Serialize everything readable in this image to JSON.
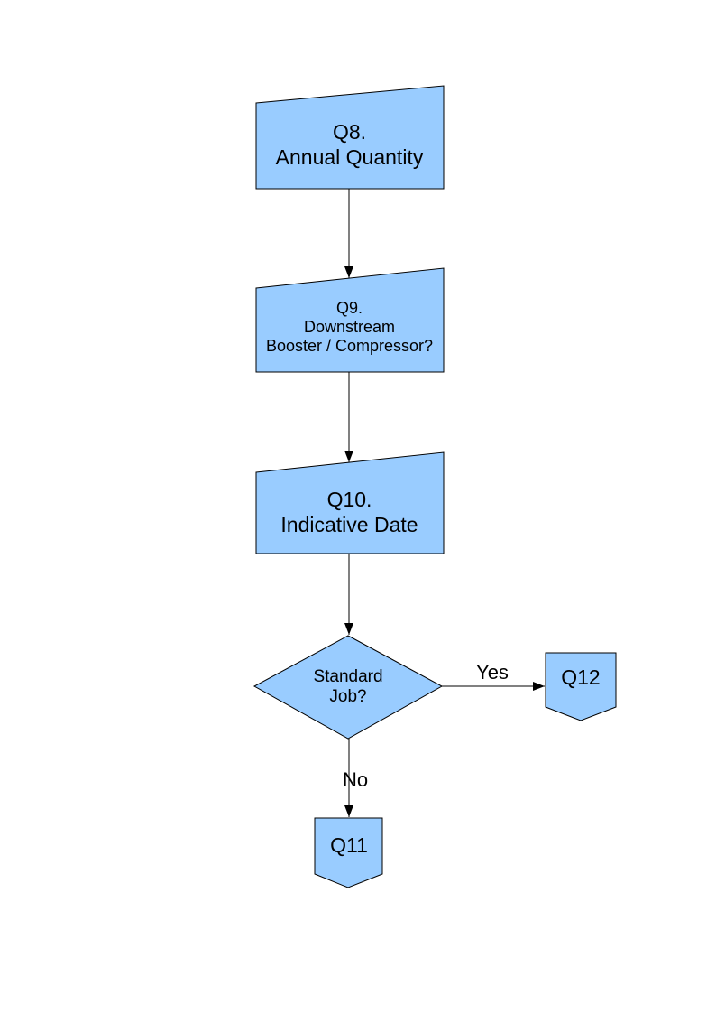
{
  "flowchart": {
    "style": {
      "node_fill": "#99CCFF",
      "node_stroke": "#000000",
      "edge_color": "#000000",
      "text_color": "#000000",
      "page_background": "#FFFFFF"
    },
    "nodes": {
      "q8": {
        "type": "manual-input",
        "lines": [
          "Q8.",
          "Annual Quantity"
        ]
      },
      "q9": {
        "type": "manual-input",
        "lines": [
          "Q9.",
          "Downstream",
          "Booster / Compressor?"
        ]
      },
      "q10": {
        "type": "manual-input",
        "lines": [
          "Q10.",
          "Indicative Date"
        ]
      },
      "standard_job": {
        "type": "decision",
        "lines": [
          "Standard",
          "Job?"
        ]
      },
      "q12": {
        "type": "off-page-connector",
        "label": "Q12"
      },
      "q11": {
        "type": "off-page-connector",
        "label": "Q11"
      }
    },
    "edges": [
      {
        "from": "q8",
        "to": "q9",
        "label": ""
      },
      {
        "from": "q9",
        "to": "q10",
        "label": ""
      },
      {
        "from": "q10",
        "to": "standard_job",
        "label": ""
      },
      {
        "from": "standard_job",
        "to": "q12",
        "label": "Yes"
      },
      {
        "from": "standard_job",
        "to": "q11",
        "label": "No"
      }
    ]
  }
}
